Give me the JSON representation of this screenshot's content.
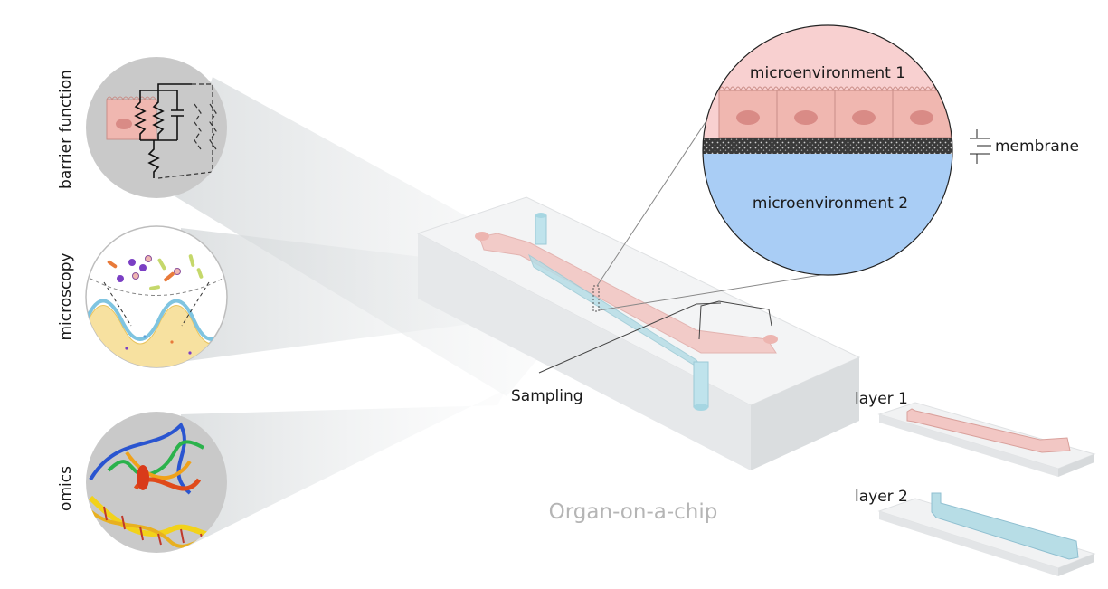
{
  "labels": {
    "barrier_function": "barrier function",
    "microscopy": "microscopy",
    "omics": "omics",
    "microenvironment_1": "microenvironment 1",
    "microenvironment_2": "microenvironment 2",
    "membrane": "membrane",
    "sampling": "Sampling",
    "organ_on_a_chip": "Organ-on-a-chip",
    "layer_1": "layer 1",
    "layer_2": "layer 2"
  },
  "colors": {
    "upper_channel": "#f2c7c4",
    "lower_channel": "#b7dde6",
    "microenvironment_1": "#f8d0d0",
    "microenvironment_2": "#a9cdf5",
    "membrane": "#333333",
    "cell": "#f0b7b0",
    "nucleus": "#d98b86",
    "callout_circle": "#c9c9c9",
    "chip_body": "#eceeef",
    "title_gray": "#b5b5b5"
  },
  "icons": [
    "barrier-function-icon",
    "microscopy-icon",
    "omics-icon",
    "chip-icon",
    "membrane-zoom-icon",
    "layer-1-icon",
    "layer-2-icon"
  ]
}
